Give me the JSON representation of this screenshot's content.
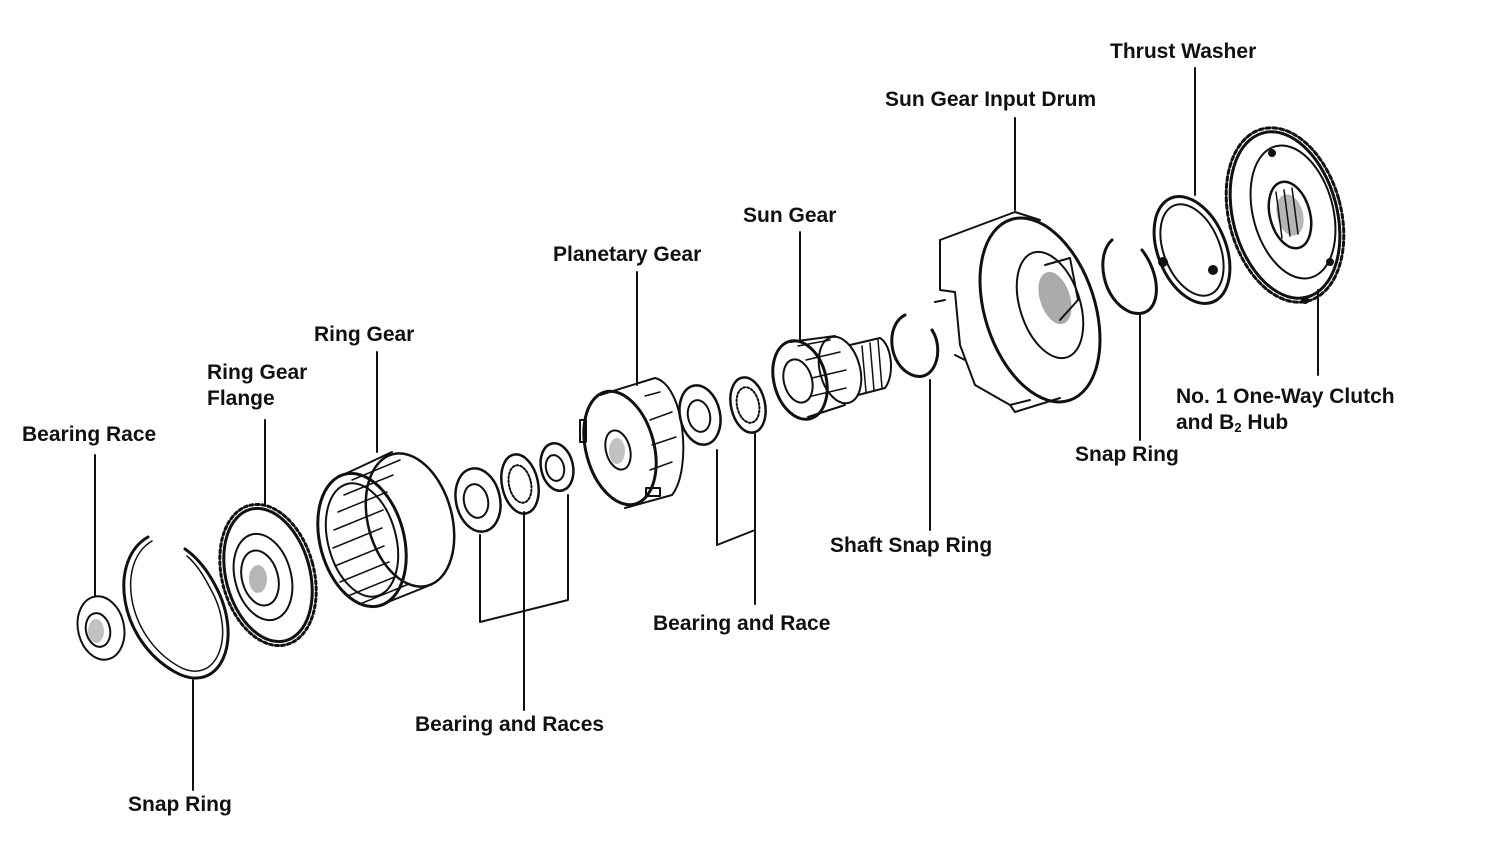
{
  "colors": {
    "ink": "#111111",
    "background": "#ffffff"
  },
  "labels": {
    "bearing_race": "Bearing Race",
    "snap_ring_left": "Snap Ring",
    "ring_gear_flange_1": "Ring Gear",
    "ring_gear_flange_2": "Flange",
    "ring_gear": "Ring Gear",
    "bearing_and_races": "Bearing and Races",
    "planetary_gear": "Planetary Gear",
    "bearing_and_race": "Bearing and Race",
    "sun_gear": "Sun Gear",
    "shaft_snap_ring": "Shaft Snap Ring",
    "sun_gear_input_drum": "Sun Gear Input Drum",
    "snap_ring_right": "Snap Ring",
    "thrust_washer": "Thrust Washer",
    "one_way_clutch_1": "No. 1 One-Way Clutch",
    "one_way_clutch_2_pre": "and B",
    "one_way_clutch_2_sub": "2",
    "one_way_clutch_2_post": " Hub"
  }
}
